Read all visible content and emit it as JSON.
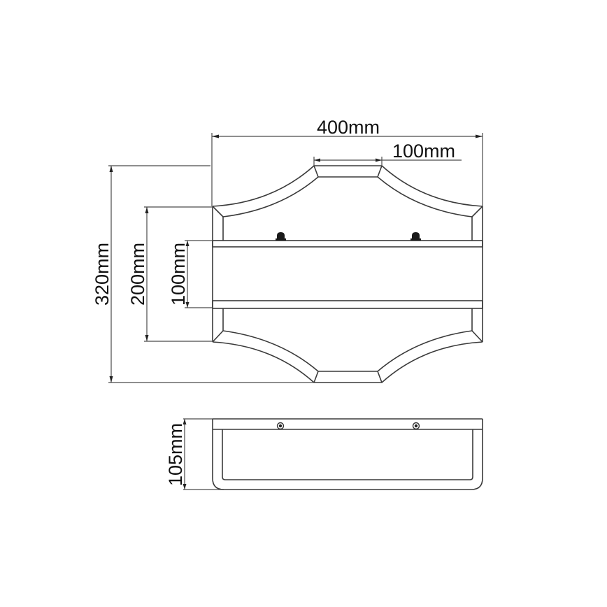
{
  "diagram": {
    "type": "technical-dimension-drawing",
    "subject": "wall-mounted shelf with front and side views",
    "line_color": "#3a3a3a",
    "background": "#ffffff"
  },
  "front_view": {
    "dimensions": {
      "overall_width": "400mm",
      "top_flat_width": "100mm",
      "overall_height": "320mm",
      "side_height": "200mm",
      "bar_height": "100mm"
    },
    "bolts": 2
  },
  "side_view": {
    "dimensions": {
      "depth": "105mm"
    },
    "screws": 2
  }
}
